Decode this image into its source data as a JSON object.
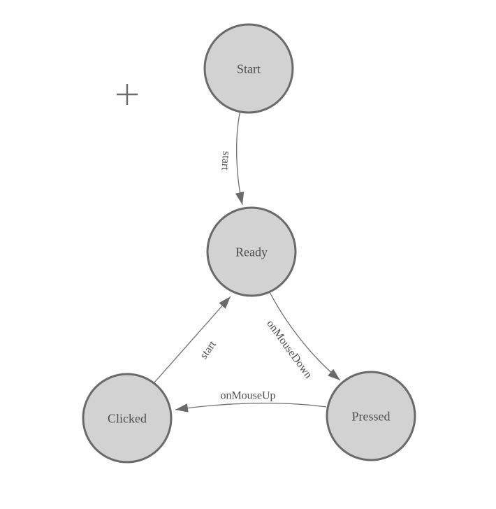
{
  "diagram": {
    "type": "state-machine",
    "nodes": [
      {
        "id": "start",
        "label": "Start"
      },
      {
        "id": "ready",
        "label": "Ready"
      },
      {
        "id": "pressed",
        "label": "Pressed"
      },
      {
        "id": "clicked",
        "label": "Clicked"
      }
    ],
    "edges": [
      {
        "id": "start-to-ready",
        "from": "start",
        "to": "ready",
        "label": "start"
      },
      {
        "id": "ready-to-pressed",
        "from": "ready",
        "to": "pressed",
        "label": "onMouseDown"
      },
      {
        "id": "pressed-to-clicked",
        "from": "pressed",
        "to": "clicked",
        "label": "onMouseUp"
      },
      {
        "id": "clicked-to-ready",
        "from": "clicked",
        "to": "ready",
        "label": "start"
      }
    ],
    "colors": {
      "background": "#ffffff",
      "node_fill": "#d2d2d2",
      "node_stroke": "#6a6a6a",
      "edge_stroke": "#6e6e6e",
      "arrow_fill": "#6a6a6a",
      "label_text": "#4f4f4f",
      "cursor_stroke": "#6b6b6b"
    }
  }
}
